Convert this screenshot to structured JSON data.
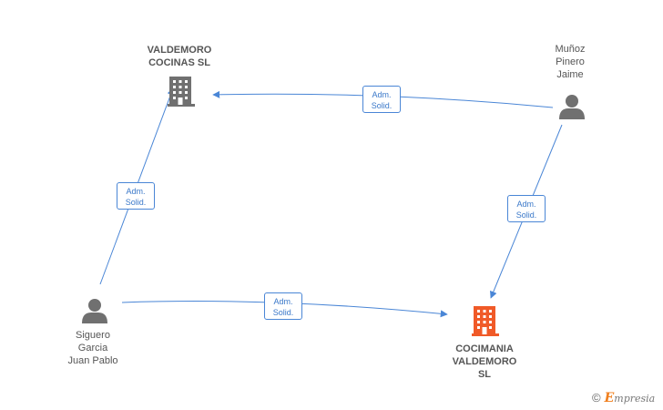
{
  "nodes": {
    "valdemoro": {
      "line1": "VALDEMORO",
      "line2": "COCINAS  SL"
    },
    "munoz": {
      "line1": "Muñoz",
      "line2": "Pinero",
      "line3": "Jaime"
    },
    "siguero": {
      "line1": "Siguero",
      "line2": "Garcia",
      "line3": "Juan Pablo"
    },
    "cocimania": {
      "line1": "COCIMANIA",
      "line2": "VALDEMORO",
      "line3": "SL"
    }
  },
  "edges": {
    "munoz_valdemoro": {
      "line1": "Adm.",
      "line2": "Solid."
    },
    "siguero_valdemoro": {
      "line1": "Adm.",
      "line2": "Solid."
    },
    "munoz_cocimania": {
      "line1": "Adm.",
      "line2": "Solid."
    },
    "siguero_cocimania": {
      "line1": "Adm.",
      "line2": "Solid."
    }
  },
  "colors": {
    "edge": "#4a86d6",
    "company_icon": "#707070",
    "target_icon": "#f05a28",
    "person_icon": "#707070"
  },
  "brand": {
    "copyright": "©",
    "initial": "E",
    "rest": "mpresia"
  }
}
